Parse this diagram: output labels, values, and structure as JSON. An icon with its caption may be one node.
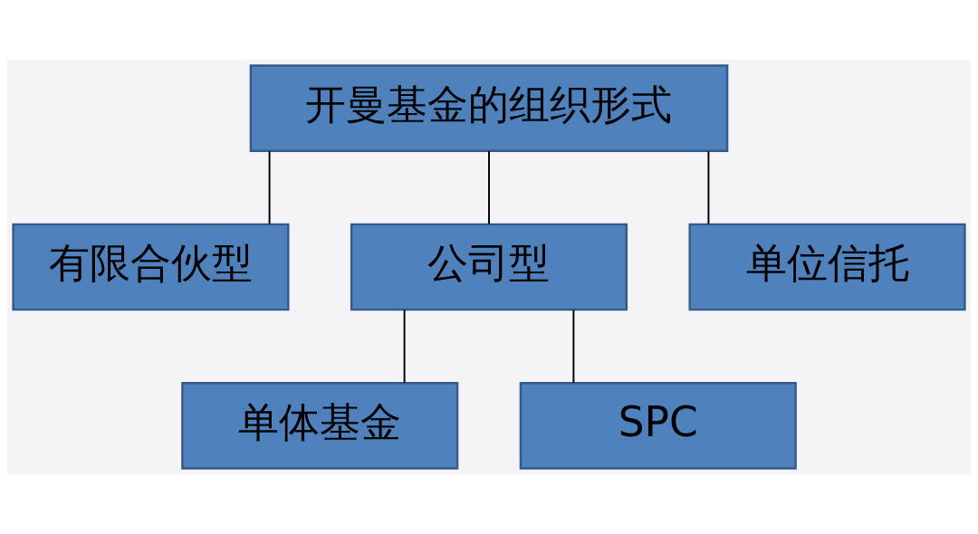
{
  "diagram": {
    "nodes": [
      {
        "text": [
          "开曼基金的组织形式"
        ]
      },
      {
        "text": [
          "有限合伙型"
        ]
      },
      {
        "text": [
          "公司型"
        ]
      },
      {
        "text": [
          "单位信托"
        ]
      },
      {
        "text": [
          "单体基金"
        ]
      },
      {
        "text": [
          "SPC"
        ]
      }
    ],
    "edges": [
      {
        "from": 0,
        "to": 1,
        "arrow": "none"
      },
      {
        "from": 0,
        "to": 2,
        "arrow": "none"
      },
      {
        "from": 0,
        "to": 3,
        "arrow": "none"
      },
      {
        "from": 2,
        "to": 4,
        "arrow": "none"
      },
      {
        "from": 2,
        "to": 5,
        "arrow": "none"
      }
    ]
  }
}
